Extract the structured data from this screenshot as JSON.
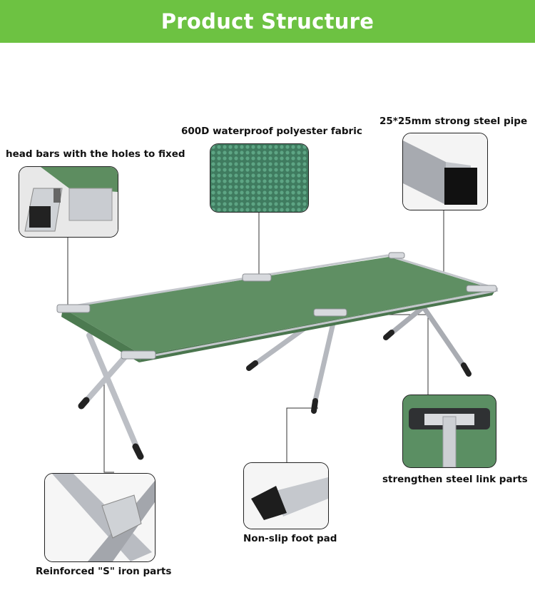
{
  "header": {
    "title": "Product Structure",
    "color": "#6dc242"
  },
  "labels": {
    "head_bars": "head bars with the holes to fixed",
    "fabric": "600D waterproof polyester fabric",
    "steel_pipe": "25*25mm strong steel pipe",
    "link_parts": "strengthen steel link parts",
    "foot_pad": "Non-slip foot pad",
    "iron_parts": "Reinforced \"S\" iron parts"
  },
  "colors": {
    "fabric": "#5a8a5e",
    "frame": "#b9bcc2",
    "foot": "#222222"
  }
}
